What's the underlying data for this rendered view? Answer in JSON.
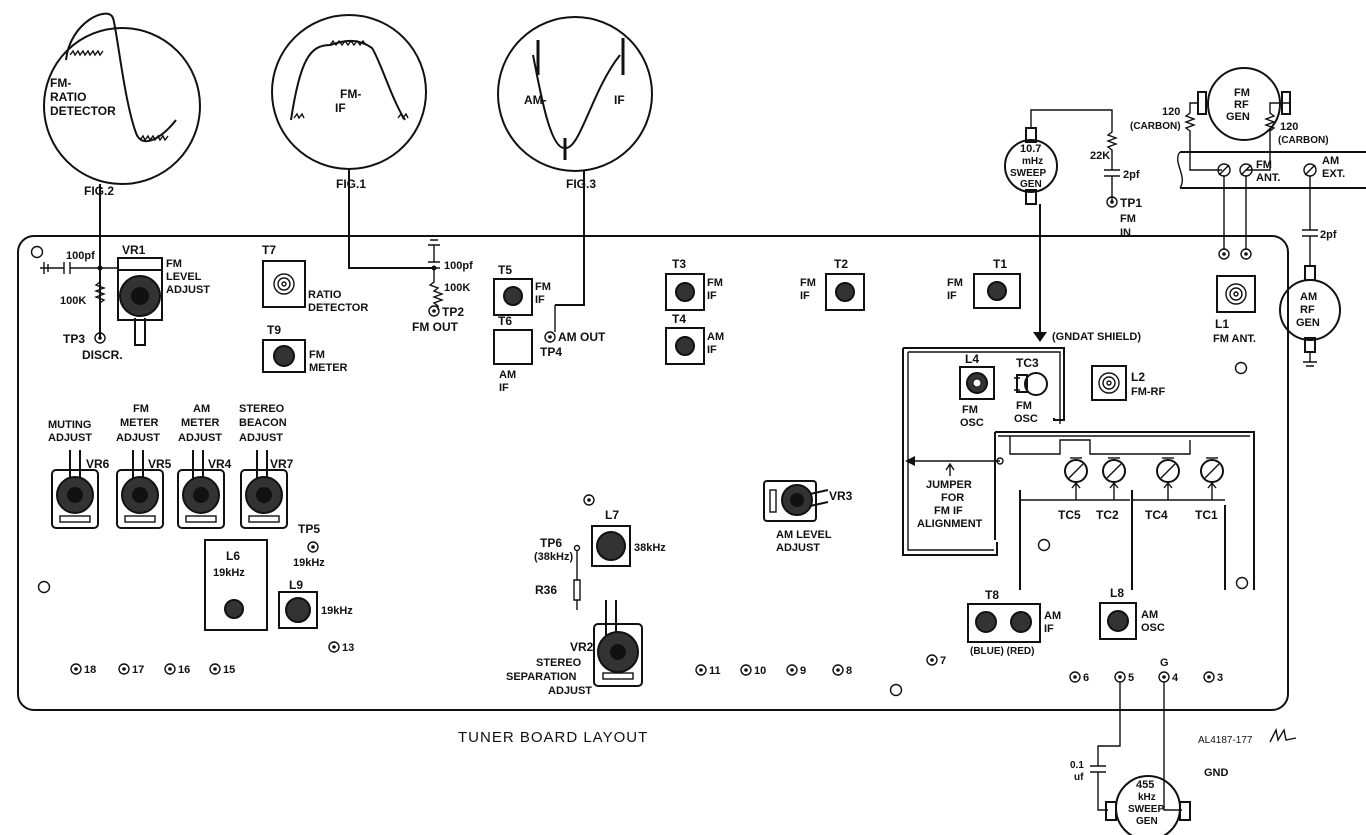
{
  "title": "TUNER BOARD LAYOUT",
  "drawing_number": "AL4187-177",
  "scopes": {
    "fig2": {
      "lines": [
        "FM-",
        "RATIO",
        "DETECTOR"
      ],
      "caption": "FIG.2"
    },
    "fig1": {
      "lines": [
        "FM-",
        "IF"
      ],
      "caption": "FIG.1"
    },
    "fig3": {
      "left": "AM-",
      "right": "IF",
      "caption": "FIG.3"
    }
  },
  "generators": {
    "fm_sweep": [
      "10.7",
      "mHz",
      "SWEEP",
      "GEN"
    ],
    "fm_rf": [
      "FM",
      "RF",
      "GEN"
    ],
    "am_rf": [
      "AM",
      "RF",
      "GEN"
    ],
    "khz_sweep": [
      "455",
      "kHz",
      "SWEEP",
      "GEN"
    ]
  },
  "values": {
    "c100pf_a": "100pf",
    "r100k_a": "100K",
    "c100pf_b": "100pf",
    "r100k_b": "100K",
    "r22k": "22K",
    "c2pf_a": "2pf",
    "c2pf_b": "2pf",
    "r120_left": "120",
    "r120_right": "120",
    "carbon": "(CARBON)",
    "c01uf": [
      "0.1",
      "uf"
    ],
    "gnd": "GND",
    "g": "G"
  },
  "terminals": {
    "fm_ant": [
      "FM",
      "ANT."
    ],
    "am_ext": [
      "AM",
      "EXT."
    ]
  },
  "labels": {
    "vr1": "VR1",
    "fm_level_adjust": [
      "FM",
      "LEVEL",
      "ADJUST"
    ],
    "tp3": "TP3",
    "discr": "DISCR.",
    "t7": "T7",
    "ratio_detector": [
      "RATIO",
      "DETECTOR"
    ],
    "t9": "T9",
    "fm_meter": [
      "FM",
      "METER"
    ],
    "tp2": "TP2",
    "fm_out": "FM OUT",
    "t5": "T5",
    "t5_fm_if": [
      "FM",
      "IF"
    ],
    "t6": "T6",
    "t6_am_if": [
      "AM",
      "IF"
    ],
    "am_out": "AM OUT",
    "tp4": "TP4",
    "t3": "T3",
    "t3_fm_if": [
      "FM",
      "IF"
    ],
    "t4": "T4",
    "t4_am_if": [
      "AM",
      "IF"
    ],
    "t2": "T2",
    "t2_fm_if": [
      "FM",
      "IF"
    ],
    "t1": "T1",
    "t1_fm_if": [
      "FM",
      "IF"
    ],
    "tp1": "TP1",
    "tp1_fm_in": [
      "FM",
      "IN"
    ],
    "l1": "L1",
    "l1_fm_ant": "FM ANT.",
    "gnd_at_shield": "(GNDAT SHIELD)",
    "l4": "L4",
    "l4_fm_osc": [
      "FM",
      "OSC"
    ],
    "tc3": "TC3",
    "tc3_fm_osc": [
      "FM",
      "OSC"
    ],
    "l2": "L2",
    "l2_fm_rf": "FM-RF",
    "jumper": [
      "JUMPER",
      "FOR",
      "FM IF",
      "ALIGNMENT"
    ],
    "tc5": "TC5",
    "tc2": "TC2",
    "tc4": "TC4",
    "tc1": "TC1",
    "muting_adjust": [
      "MUTING",
      "ADJUST"
    ],
    "fm_meter_adjust": [
      "FM",
      "METER",
      "ADJUST"
    ],
    "am_meter_adjust": [
      "AM",
      "METER",
      "ADJUST"
    ],
    "stereo_beacon_adjust": [
      "STEREO",
      "BEACON",
      "ADJUST"
    ],
    "vr6": "VR6",
    "vr5": "VR5",
    "vr4": "VR4",
    "vr7": "VR7",
    "tp5": "TP5",
    "tp5_freq": "19kHz",
    "l6": "L6",
    "l6_freq": "19kHz",
    "l9": "L9",
    "l9_freq": "19kHz",
    "tp6": "TP6",
    "tp6_freq": "(38kHz)",
    "l7": "L7",
    "l7_freq": "38kHz",
    "r36": "R36",
    "vr2": "VR2",
    "stereo_separation_adjust": [
      "STEREO",
      "SEPARATION",
      "ADJUST"
    ],
    "vr3": "VR3",
    "am_level_adjust": [
      "AM LEVEL",
      "ADJUST"
    ],
    "t8": "T8",
    "t8_am_if": [
      "AM",
      "IF"
    ],
    "blue_red": "(BLUE) (RED)",
    "l8": "L8",
    "l8_am_osc": [
      "AM",
      "OSC"
    ]
  },
  "pins": [
    "18",
    "17",
    "16",
    "15",
    "13",
    "11",
    "10",
    "9",
    "8",
    "7",
    "6",
    "5",
    "4",
    "3"
  ]
}
